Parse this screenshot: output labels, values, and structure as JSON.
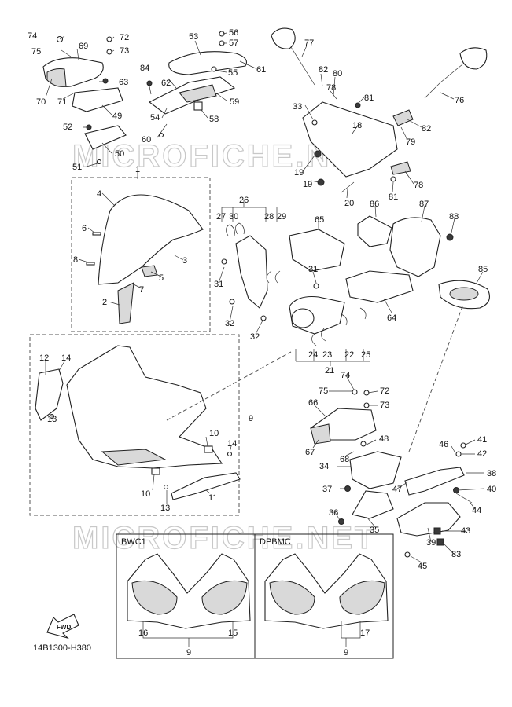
{
  "watermark": "MICROFICHE.NET",
  "diagram_code": "14B1300-H380",
  "fwd_label": "FWD",
  "variants": {
    "left": "BWC1",
    "right": "DPBMC"
  },
  "labels": {
    "l74": "74",
    "l75": "75",
    "l69": "69",
    "l72": "72",
    "l73": "73",
    "l70": "70",
    "l71": "71",
    "l63": "63",
    "l49": "49",
    "l52": "52",
    "l50": "50",
    "l51": "51",
    "l53": "53",
    "l56": "56",
    "l57": "57",
    "l61": "61",
    "l84": "84",
    "l55": "55",
    "l62": "62",
    "l59": "59",
    "l54": "54",
    "l58": "58",
    "l60": "60",
    "l77": "77",
    "l82a": "82",
    "l80": "80",
    "l78a": "78",
    "l81a": "81",
    "l76": "76",
    "l33": "33",
    "l18": "18",
    "l79": "79",
    "l82b": "82",
    "l19a": "19",
    "l19b": "19",
    "l20": "20",
    "l81b": "81",
    "l78b": "78",
    "l1": "1",
    "l4": "4",
    "l6": "6",
    "l3": "3",
    "l8": "8",
    "l5": "5",
    "l7": "7",
    "l2": "2",
    "l26": "26",
    "l27": "27",
    "l30": "30",
    "l28": "28",
    "l29": "29",
    "l31a": "31",
    "l32a": "32",
    "l65": "65",
    "l86": "86",
    "l87": "87",
    "l88": "88",
    "l85": "85",
    "l31b": "31",
    "l64": "64",
    "l32b": "32",
    "l24": "24",
    "l23": "23",
    "l22": "22",
    "l25": "25",
    "l21": "21",
    "l12": "12",
    "l14a": "14",
    "l13a": "13",
    "l9a": "9",
    "l10a": "10",
    "l14b": "14",
    "l10b": "10",
    "l13b": "13",
    "l11": "11",
    "l74b": "74",
    "l75b": "75",
    "l72b": "72",
    "l73b": "73",
    "l66": "66",
    "l67": "67",
    "l48": "48",
    "l68": "68",
    "l46": "46",
    "l41": "41",
    "l42": "42",
    "l34": "34",
    "l38": "38",
    "l47": "47",
    "l37": "37",
    "l40": "40",
    "l44": "44",
    "l36": "36",
    "l35": "35",
    "l43": "43",
    "l39": "39",
    "l83": "83",
    "l45": "45",
    "l16": "16",
    "l15": "15",
    "l9b": "9",
    "l17": "17",
    "l9c": "9"
  }
}
